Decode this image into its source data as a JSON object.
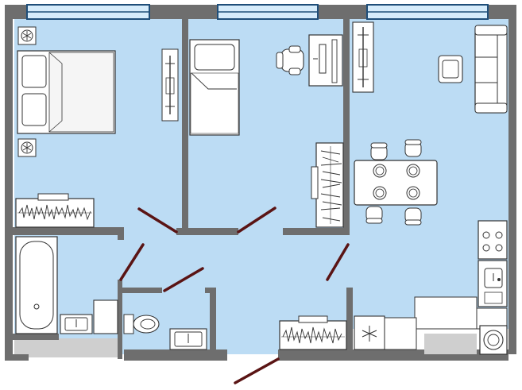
{
  "plan": {
    "colors": {
      "floor": "#bcdcf4",
      "wall": "#6e6e6e",
      "window_frame": "#1f4e79",
      "window_glass": "#d6ecfb",
      "furniture_fill": "#ffffff",
      "furniture_stroke": "#333333",
      "door_swing": "#5a1414",
      "balcony": "#cfcfcf"
    },
    "rooms": [
      "bedroom",
      "bedroom-small",
      "kitchen-living",
      "hallway",
      "bathroom",
      "toilet"
    ],
    "icons": [
      "bed-icon",
      "nightstand-icon",
      "radiator-icon",
      "wardrobe-icon",
      "desk-icon",
      "office-chair-icon",
      "sofa-icon",
      "armchair-icon",
      "dining-table-icon",
      "chair-icon",
      "stove-icon",
      "kitchen-sink-icon",
      "oven-icon",
      "fridge-icon",
      "bathtub-icon",
      "washbasin-icon",
      "toilet-icon",
      "washing-machine-icon"
    ]
  }
}
